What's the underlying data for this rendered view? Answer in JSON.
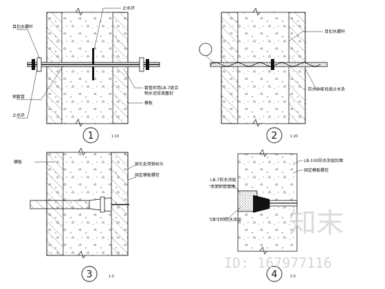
{
  "detail_1": {
    "number": "1",
    "scale": "1:10",
    "labels": {
      "waterstop": "止水环",
      "fixing_bolt": "目扣水螺杆",
      "sleeve": "钢套管",
      "outer_ring": "止水环",
      "seal_note_line1": "套管后用LB-7嵌合",
      "seal_note_line2": "物水泥浆填塞封",
      "formwork": "模板"
    }
  },
  "detail_2": {
    "number": "2",
    "scale": "1:20",
    "labels": {
      "fixing_bolt": "目扣水螺杆",
      "waterproof_mortar": "防水砂浆找坡止水条"
    }
  },
  "detail_3": {
    "number": "3",
    "scale": "1:5",
    "labels": {
      "formwork": "模板",
      "note_line1": "穿孔处用钢丝头",
      "note_line2": "固定模板螺栓"
    }
  },
  "detail_4": {
    "number": "4",
    "scale": "1:5",
    "labels": {
      "top_right_1": "LB-100防水涂层封面",
      "top_right_2": "固定模板螺栓",
      "left_1": "LB-7防水涂层",
      "left_2": "水泥砂浆填堵",
      "bottom_left": "LB-100防水涂层"
    }
  },
  "watermark": {
    "brand": "知末",
    "id_text": "ID: 167977116"
  }
}
